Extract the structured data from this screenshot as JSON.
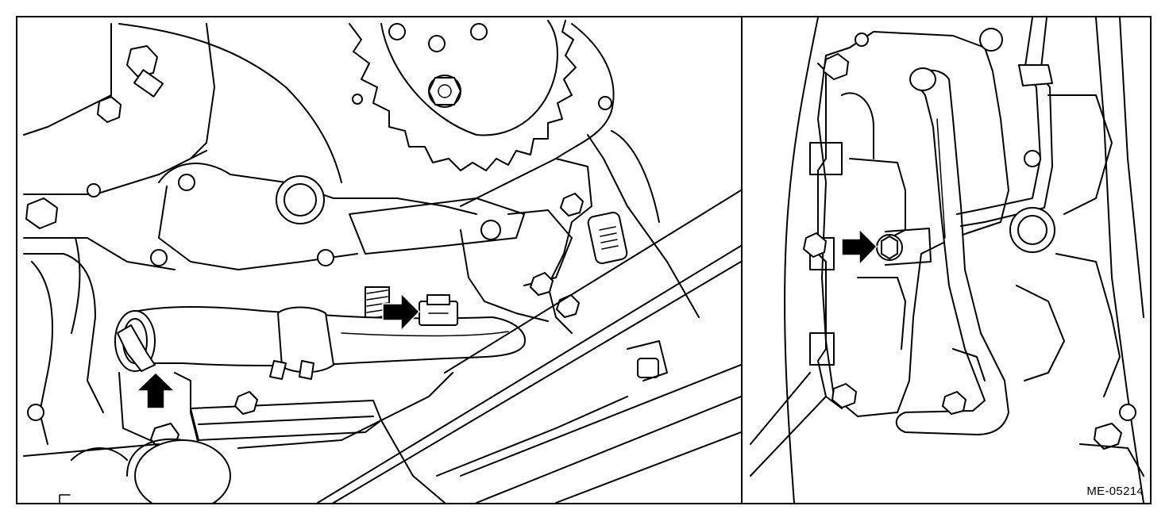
{
  "figure": {
    "id": "ME-05214",
    "panels": [
      {
        "name": "left-panel",
        "description_items": [
          "hose-clamp-arrow",
          "connector-arrow"
        ]
      },
      {
        "name": "right-panel",
        "description_items": [
          "bolt-arrow"
        ]
      }
    ],
    "colors": {
      "line": "#000000",
      "background": "#ffffff"
    }
  }
}
